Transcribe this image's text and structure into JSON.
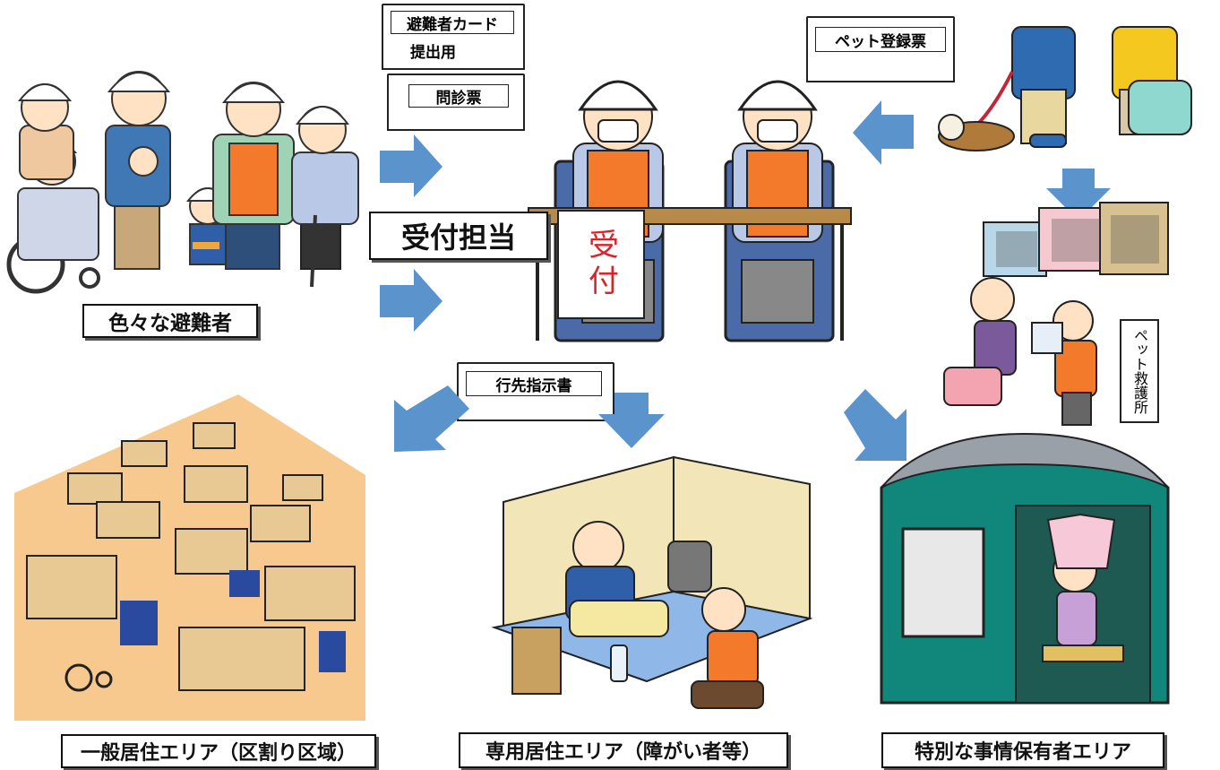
{
  "colors": {
    "arrow": "#5b93cc",
    "floor_general": "#f7c98e",
    "floor_blue": "#8fb8e8",
    "room_wall": "#f2e6b8",
    "tent": "#10877a",
    "vest": "#f27a2a",
    "helmet": "#ffffff",
    "box": "#e8c893"
  },
  "documents": {
    "evacuee_card": "避難者カード",
    "evacuee_card_sub": "提出用",
    "medical_questionnaire": "問診票",
    "pet_registration": "ペット登録票",
    "destination_instructions": "行先指示書"
  },
  "labels": {
    "various_evacuees": "色々な避難者",
    "reception_staff": "受付担当",
    "reception_sign": "受付",
    "pet_rescue_sign": "ペット救護所",
    "general_area": "一般居住エリア（区割り区域）",
    "dedicated_area": "専用居住エリア（障がい者等）",
    "special_area": "特別な事情保有者エリア"
  }
}
